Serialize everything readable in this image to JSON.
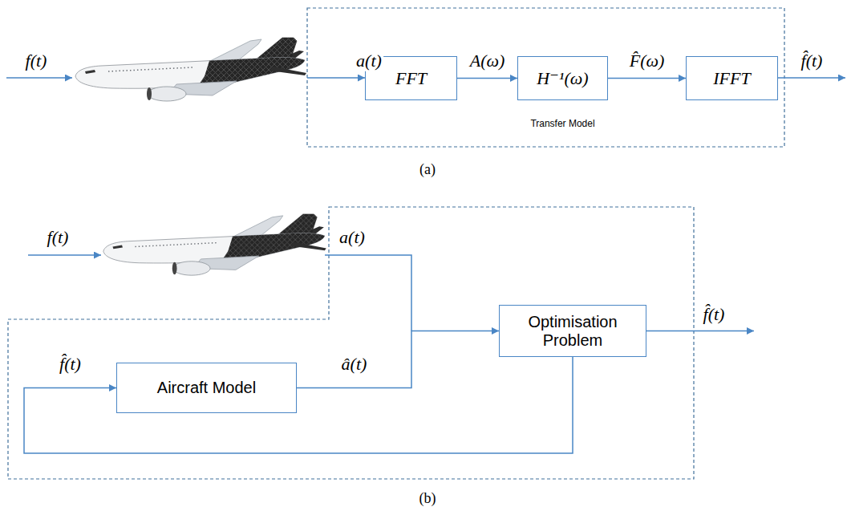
{
  "diagram": {
    "nodes": [
      {
        "text": [
          "FFT"
        ]
      },
      {
        "text": [
          "H⁻¹(ω)",
          "Transfer Model"
        ]
      },
      {
        "text": [
          "IFFT"
        ]
      },
      {
        "text": [
          "Optimisation Problem"
        ]
      },
      {
        "text": [
          "Aircraft Model"
        ]
      }
    ],
    "edges": [
      {
        "from": 0,
        "to": 1,
        "arrow": "to",
        "label": "A(ω)"
      },
      {
        "from": 1,
        "to": 2,
        "arrow": "to",
        "label": "F̂(ω)"
      },
      {
        "from": 4,
        "to": 3,
        "arrow": "to",
        "label": "â(t)"
      },
      {
        "from": 3,
        "to": 4,
        "arrow": "to",
        "label": "f̂(t)"
      }
    ],
    "labels": [
      "f(t)",
      "a(t)",
      "f̂(t)",
      "(a)",
      "f(t)",
      "a(t)",
      "f̂(t)",
      "(b)"
    ]
  }
}
